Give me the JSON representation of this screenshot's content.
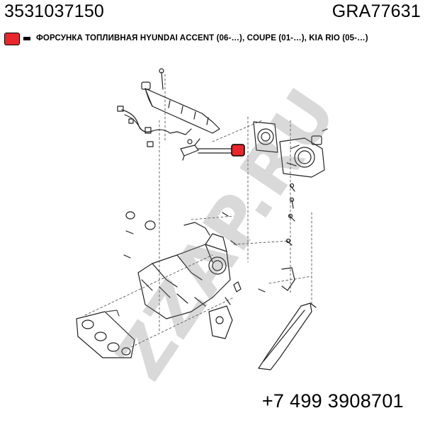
{
  "header": {
    "part_number": "3531037150",
    "oem_code": "GRA77631"
  },
  "legend": {
    "swatch_color": "#e8262b",
    "label": "ФОРСУНКА ТОПЛИВНАЯ HYUNDAI ACCENT (06-…), COUPE (01-…), KIA RIO (05-…)"
  },
  "diagram": {
    "highlight_color": "#e8262b",
    "subject": "intake manifold and fuel rail exploded view"
  },
  "watermark": {
    "text": "ZZAP.RU"
  },
  "footer": {
    "phone": "+7 499 3908701"
  }
}
